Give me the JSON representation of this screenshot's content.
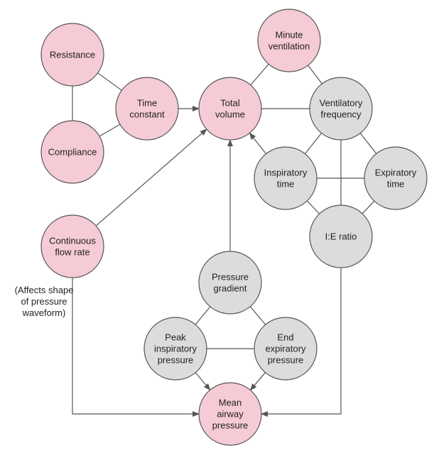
{
  "colors": {
    "pink_node": "#f5cbd6",
    "gray_node": "#dcdcdc",
    "line": "#555555",
    "text": "#222222"
  },
  "nodes": [
    {
      "id": "resistance",
      "lines": [
        "Resistance"
      ],
      "color": "pink"
    },
    {
      "id": "compliance",
      "lines": [
        "Compliance"
      ],
      "color": "pink"
    },
    {
      "id": "time-constant",
      "lines": [
        "Time",
        "constant"
      ],
      "color": "pink"
    },
    {
      "id": "total-volume",
      "lines": [
        "Total",
        "volume"
      ],
      "color": "pink"
    },
    {
      "id": "minute-ventilation",
      "lines": [
        "Minute",
        "ventilation"
      ],
      "color": "pink"
    },
    {
      "id": "ventilatory-frequency",
      "lines": [
        "Ventilatory",
        "frequency"
      ],
      "color": "gray"
    },
    {
      "id": "inspiratory-time",
      "lines": [
        "Inspiratory",
        "time"
      ],
      "color": "gray"
    },
    {
      "id": "expiratory-time",
      "lines": [
        "Expiratory",
        "time"
      ],
      "color": "gray"
    },
    {
      "id": "ie-ratio",
      "lines": [
        "I:E ratio"
      ],
      "color": "gray"
    },
    {
      "id": "continuous-flow-rate",
      "lines": [
        "Continuous",
        "flow rate"
      ],
      "color": "pink"
    },
    {
      "id": "pressure-gradient",
      "lines": [
        "Pressure",
        "gradient"
      ],
      "color": "gray"
    },
    {
      "id": "peak-inspiratory-pressure",
      "lines": [
        "Peak",
        "inspiratory",
        "pressure"
      ],
      "color": "gray"
    },
    {
      "id": "end-expiratory-pressure",
      "lines": [
        "End",
        "expiratory",
        "pressure"
      ],
      "color": "gray"
    },
    {
      "id": "mean-airway-pressure",
      "lines": [
        "Mean",
        "airway",
        "pressure"
      ],
      "color": "pink"
    }
  ],
  "edges": [
    {
      "from": "resistance",
      "to": "compliance",
      "arrow": false
    },
    {
      "from": "resistance",
      "to": "time-constant",
      "arrow": false
    },
    {
      "from": "compliance",
      "to": "time-constant",
      "arrow": false
    },
    {
      "from": "time-constant",
      "to": "total-volume",
      "arrow": true
    },
    {
      "from": "total-volume",
      "to": "minute-ventilation",
      "arrow": false
    },
    {
      "from": "minute-ventilation",
      "to": "ventilatory-frequency",
      "arrow": false
    },
    {
      "from": "total-volume",
      "to": "ventilatory-frequency",
      "arrow": false
    },
    {
      "from": "ventilatory-frequency",
      "to": "inspiratory-time",
      "arrow": false
    },
    {
      "from": "ventilatory-frequency",
      "to": "expiratory-time",
      "arrow": false
    },
    {
      "from": "ventilatory-frequency",
      "to": "ie-ratio",
      "arrow": false
    },
    {
      "from": "inspiratory-time",
      "to": "expiratory-time",
      "arrow": false
    },
    {
      "from": "inspiratory-time",
      "to": "ie-ratio",
      "arrow": false
    },
    {
      "from": "expiratory-time",
      "to": "ie-ratio",
      "arrow": false
    },
    {
      "from": "inspiratory-time",
      "to": "total-volume",
      "arrow": true
    },
    {
      "from": "continuous-flow-rate",
      "to": "total-volume",
      "arrow": true
    },
    {
      "from": "pressure-gradient",
      "to": "total-volume",
      "arrow": true
    },
    {
      "from": "pressure-gradient",
      "to": "peak-inspiratory-pressure",
      "arrow": false
    },
    {
      "from": "pressure-gradient",
      "to": "end-expiratory-pressure",
      "arrow": false
    },
    {
      "from": "peak-inspiratory-pressure",
      "to": "end-expiratory-pressure",
      "arrow": false
    },
    {
      "from": "peak-inspiratory-pressure",
      "to": "mean-airway-pressure",
      "arrow": true
    },
    {
      "from": "end-expiratory-pressure",
      "to": "mean-airway-pressure",
      "arrow": true
    },
    {
      "from": "continuous-flow-rate",
      "to": "mean-airway-pressure",
      "arrow": true,
      "route": "elbow-down"
    },
    {
      "from": "ie-ratio",
      "to": "mean-airway-pressure",
      "arrow": true,
      "route": "elbow-down"
    }
  ],
  "note": {
    "lines": [
      "(Affects shape",
      "of pressure",
      "waveform)"
    ]
  }
}
